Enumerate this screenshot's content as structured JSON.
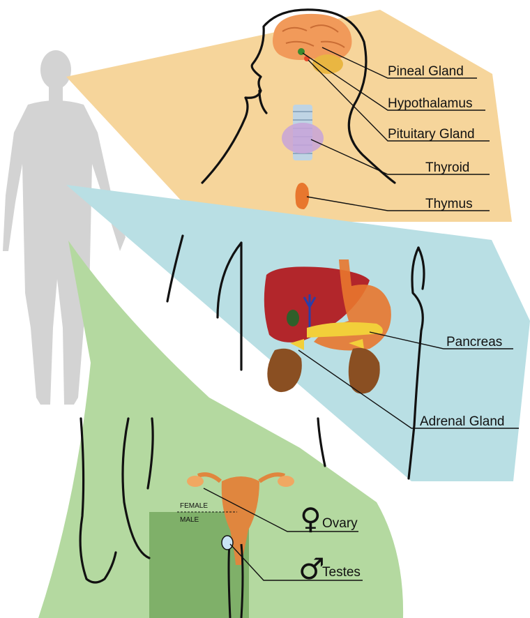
{
  "colors": {
    "silhouette": "#d3d3d3",
    "head_panel": "#f6d59b",
    "torso_panel": "#b9dfe4",
    "pelvis_panel": "#b4d9a0",
    "male_panel": "#7fb069",
    "brain": "#f19a5a",
    "liver": "#b2262b",
    "stomach": "#e8772e",
    "kidney": "#8a4f22",
    "thyroid": "#c7a3d9",
    "uterus": "#e0863e",
    "ovary": "#f6c98a"
  },
  "labels": {
    "pineal": "Pineal Gland",
    "hypothalamus": "Hypothalamus",
    "pituitary": "Pituitary Gland",
    "thyroid": "Thyroid",
    "thymus": "Thymus",
    "pancreas": "Pancreas",
    "adrenal": "Adrenal Gland",
    "ovary": "Ovary",
    "testes": "Testes",
    "female": "FEMALE",
    "male": "MALE"
  },
  "symbols": {
    "female": "♀",
    "male": "♂"
  }
}
